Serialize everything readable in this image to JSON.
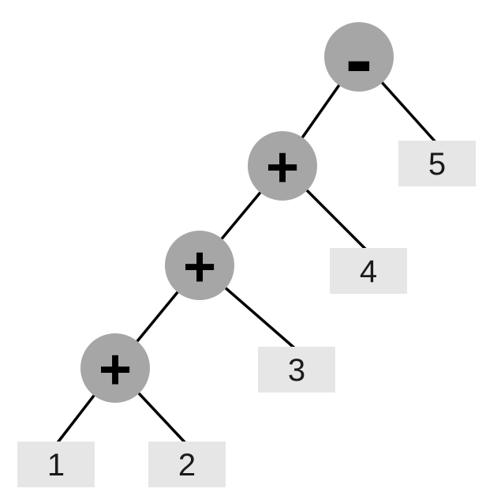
{
  "diagram": {
    "kind": "binary-expression-tree",
    "colors": {
      "operator_fill": "#a6a6a6",
      "operand_fill": "#e7e6e6",
      "edge": "#000000",
      "operator_text": "#000000",
      "operand_text": "#1a1a1a",
      "background": "#ffffff"
    },
    "root": {
      "label": "-",
      "type": "operator",
      "left": {
        "label": "+",
        "type": "operator",
        "left": {
          "label": "+",
          "type": "operator",
          "left": {
            "label": "+",
            "type": "operator",
            "left": {
              "label": "1",
              "type": "operand"
            },
            "right": {
              "label": "2",
              "type": "operand"
            }
          },
          "right": {
            "label": "3",
            "type": "operand"
          }
        },
        "right": {
          "label": "4",
          "type": "operand"
        }
      },
      "right": {
        "label": "5",
        "type": "operand"
      }
    }
  }
}
